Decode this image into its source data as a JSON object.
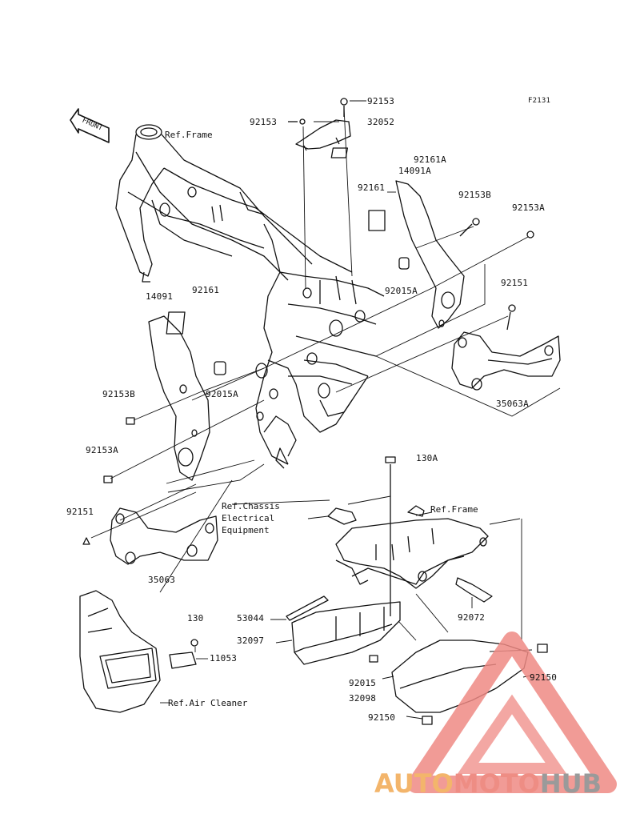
{
  "figure_code": "F2131",
  "front_arrow_text": "FRONT",
  "refs": {
    "frame_top": "Ref.Frame",
    "frame_bottom": "Ref.Frame",
    "chassis": "Ref.Chassis\nElectrical\nEquipment",
    "air_cleaner": "Ref.Air Cleaner"
  },
  "parts": {
    "p92153_top": "92153",
    "p92153_left": "92153",
    "p32052": "32052",
    "p92161A": "92161A",
    "p14091A": "14091A",
    "p92161_r": "92161",
    "p92153B_r": "92153B",
    "p92153A_r": "92153A",
    "p92015A_r": "92015A",
    "p92151_r": "92151",
    "p35063A": "35063A",
    "p14091": "14091",
    "p92161_l": "92161",
    "p92153B_l": "92153B",
    "p92015A_l": "92015A",
    "p92153A_l": "92153A",
    "p130A": "130A",
    "p92151_l": "92151",
    "p35063": "35063",
    "p53044": "53044",
    "p32097": "32097",
    "p92072": "92072",
    "p130": "130",
    "p11053": "11053",
    "p92015": "92015",
    "p92150_r": "92150",
    "p32098": "32098",
    "p92150_b": "92150"
  },
  "watermark": {
    "part1": "AUTO",
    "part2": "MOTO",
    "part3": "HUB",
    "color1": "#f3b56b",
    "color2": "#ee8d84",
    "color3": "#9a9a9a"
  }
}
